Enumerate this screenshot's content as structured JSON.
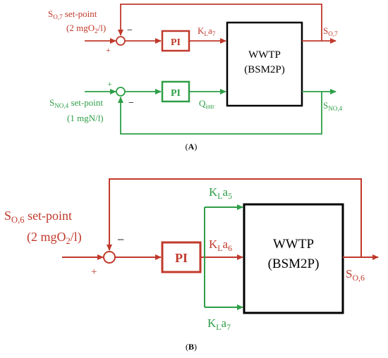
{
  "colors": {
    "red": "#c0392b",
    "green": "#2e9e47",
    "black": "#000000"
  },
  "panel_a": {
    "caption": "A",
    "so7_setpoint": {
      "base": "S",
      "sub": "O,7",
      "rest": " set-point"
    },
    "so7_value": {
      "pre": "(2 mgO",
      "sub": "2",
      "post": "/l)"
    },
    "sno4_setpoint": {
      "base": "S",
      "sub": "NO,4",
      "rest": " set-point"
    },
    "sno4_value": "(1 mgN/l)",
    "pi_top": "PI",
    "pi_bottom": "PI",
    "kla7": {
      "base": "K",
      "sub": "L",
      "rest": "a",
      "sub2": "7"
    },
    "qintr": {
      "base": "Q",
      "sub": "intr"
    },
    "wwtp_line1": "WWTP",
    "wwtp_line2": "(BSM2P)",
    "so7_out": {
      "base": "S",
      "sub": "O,7"
    },
    "sno4_out": {
      "base": "S",
      "sub": "NO,4"
    },
    "sign_minus": "−",
    "sign_plus": "+"
  },
  "panel_b": {
    "caption": "B",
    "so6_setpoint": {
      "base": "S",
      "sub": "O,6",
      "rest": " set-point"
    },
    "so6_value": {
      "pre": "(2 mgO",
      "sub": "2",
      "post": "/l)"
    },
    "pi": "PI",
    "kla5": {
      "base": "K",
      "sub": "L",
      "rest": "a",
      "sub2": "5"
    },
    "kla6": {
      "base": "K",
      "sub": "L",
      "rest": "a",
      "sub2": "6"
    },
    "kla7": {
      "base": "K",
      "sub": "L",
      "rest": "a",
      "sub2": "7"
    },
    "wwtp_line1": "WWTP",
    "wwtp_line2": "(BSM2P)",
    "so6_out": {
      "base": "S",
      "sub": "O,6"
    },
    "sign_minus": "−",
    "sign_plus": "+"
  }
}
